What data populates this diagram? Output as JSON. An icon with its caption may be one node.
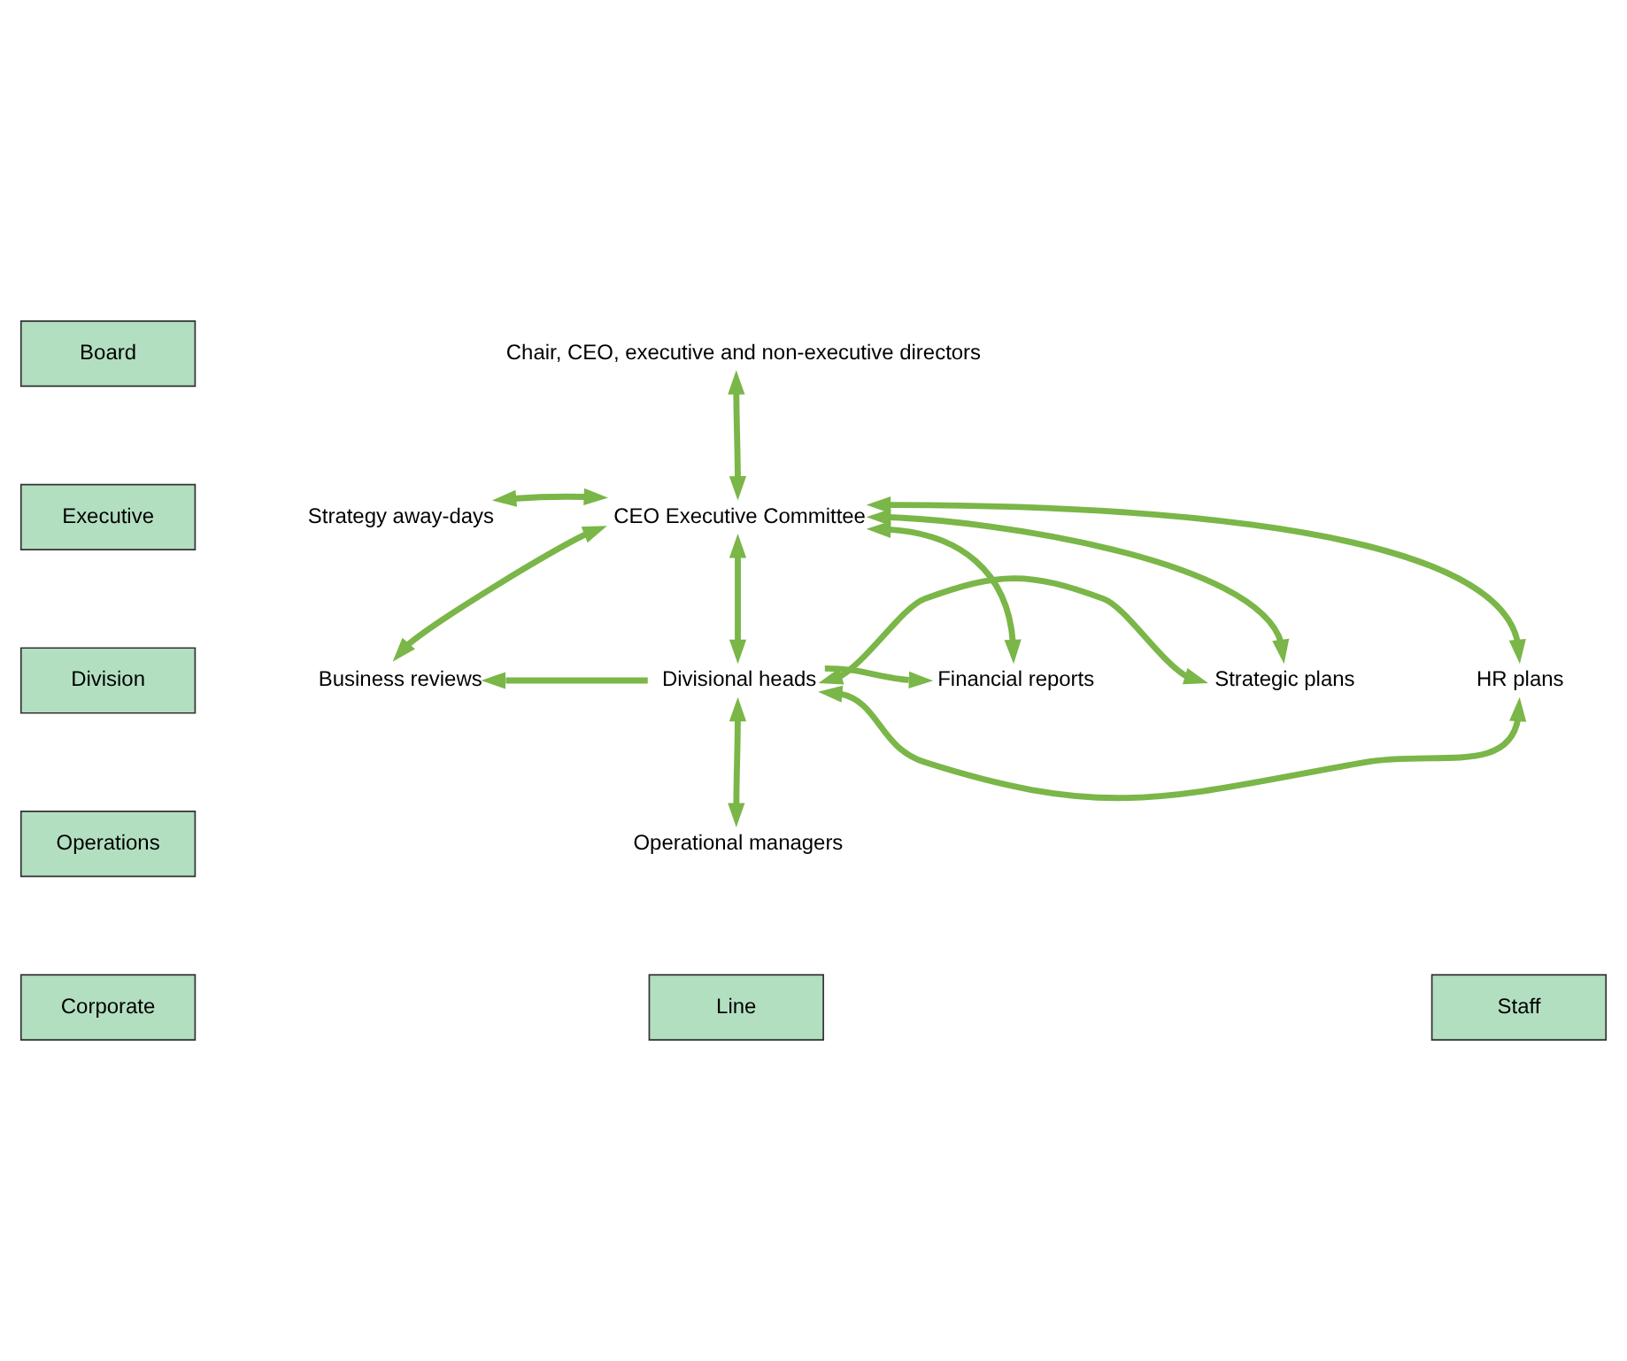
{
  "diagram": {
    "nodes": [
      {
        "text": [
          "Board"
        ]
      },
      {
        "text": [
          "Executive"
        ]
      },
      {
        "text": [
          "Division"
        ]
      },
      {
        "text": [
          "Operations"
        ]
      },
      {
        "text": [
          "Chair, CEO, executive and non-executive directors"
        ]
      },
      {
        "text": [
          "Strategy away-days"
        ]
      },
      {
        "text": [
          "CEO Executive Committee"
        ]
      },
      {
        "text": [
          "Business reviews"
        ]
      },
      {
        "text": [
          "Divisional heads"
        ]
      },
      {
        "text": [
          "Financial reports"
        ]
      },
      {
        "text": [
          "Strategic plans"
        ]
      },
      {
        "text": [
          "HR plans"
        ]
      },
      {
        "text": [
          "Operational managers"
        ]
      },
      {
        "text": [
          "Corporate"
        ]
      },
      {
        "text": [
          "Line"
        ]
      },
      {
        "text": [
          "Staff"
        ]
      }
    ],
    "edges": [
      {
        "from": 4,
        "to": 6,
        "arrow": "both"
      },
      {
        "from": 5,
        "to": 6,
        "arrow": "both"
      },
      {
        "from": 6,
        "to": 7,
        "arrow": "both"
      },
      {
        "from": 6,
        "to": 8,
        "arrow": "both"
      },
      {
        "from": 8,
        "to": 7,
        "arrow": "to"
      },
      {
        "from": 8,
        "to": 9,
        "arrow": "to"
      },
      {
        "from": 8,
        "to": 10,
        "arrow": "both"
      },
      {
        "from": 8,
        "to": 11,
        "arrow": "both"
      },
      {
        "from": 12,
        "to": 8,
        "arrow": "both"
      },
      {
        "from": 6,
        "to": 11,
        "arrow": "both"
      },
      {
        "from": 6,
        "to": 10,
        "arrow": "both"
      },
      {
        "from": 6,
        "to": 9,
        "arrow": "both"
      }
    ]
  }
}
